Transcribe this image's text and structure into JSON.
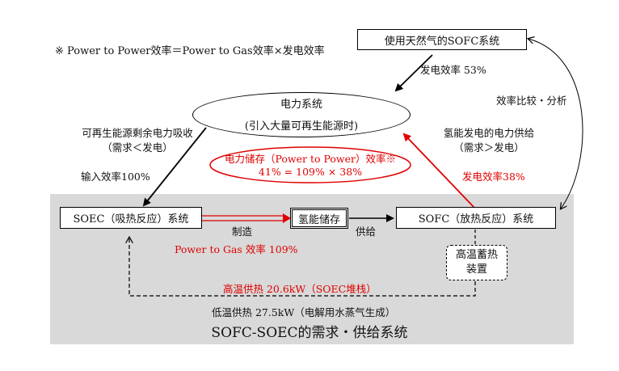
{
  "note": "※ Power to Power效率＝Power to Gas效率×发电效率",
  "nodes": {
    "natural_gas_sofc": "使用天然气的SOFC系统",
    "grid_title": "电力系统",
    "grid_subtitle": "(引入大量可再生能源时)",
    "soec": "SOEC（吸热反应）系统",
    "hydrogen_storage": "氢能储存",
    "sofc": "SOFC（放热反应）系统",
    "heat_storage_line1": "高温蓄热",
    "heat_storage_line2": "装置"
  },
  "labels": {
    "gen_eff_53": "发电效率 53%",
    "compare": "效率比较・分析",
    "renewable_line1": "可再生能源剩余电力吸收",
    "renewable_line2": "（需求＜发电）",
    "input_eff": "输入效率100%",
    "h2_supply_line1": "氢能发电的电力供给",
    "h2_supply_line2": "（需求＞发电）",
    "gen_eff_38": "发电效率38%",
    "p2p_line1": "电力储存（Power to Power）效率※",
    "p2p_line2": "41% = 109% × 38%",
    "manufacture": "制造",
    "supply": "供给",
    "p2g": "Power to Gas 效率 109%",
    "high_temp_heat": "高温供热 20.6kW（SOEC堆栈）",
    "low_temp_heat": "低温供热 27.5kW（电解用水蒸气生成）",
    "system_title": "SOFC-SOEC的需求・供给系统"
  },
  "colors": {
    "accent_red": "#e00000",
    "panel_gray": "#d9d9d9"
  }
}
